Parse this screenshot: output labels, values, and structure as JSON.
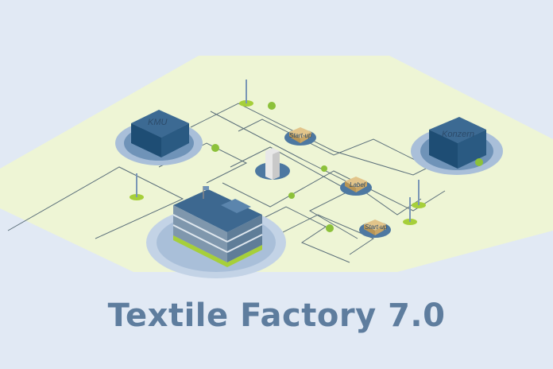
{
  "title": "Textile Factory 7.0",
  "nodes": {
    "kmu": "KMU",
    "konzern": "Konzern",
    "startup_top": "Start-up",
    "label": "Label",
    "startup_bottom": "Start-up"
  },
  "colors": {
    "background": "#e1e9f4",
    "ground": "#eef5d5",
    "title": "#5e7d9e",
    "building": "#2f5f86",
    "accent_green": "#a6cf3a"
  }
}
